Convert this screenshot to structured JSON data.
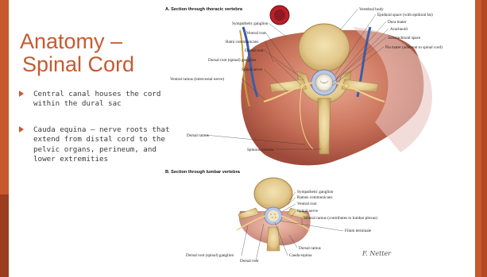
{
  "slide": {
    "title_lines": [
      "Anatomy –",
      "Spinal Cord"
    ],
    "bullets": [
      "Central canal houses the cord within the dural sac",
      "Cauda equina – nerve roots that extend from distal cord to the pelvic organs, perineum, and lower extremities"
    ]
  },
  "figure": {
    "section_a": {
      "heading": "A. Section through thoracic vertebra",
      "labels_left": [
        "Sympathetic ganglion",
        "Ventral root",
        "Rami communicans",
        "Dorsal root",
        "Dorsal root (spinal) ganglion",
        "Spinal nerve",
        "Ventral ramus (intercostal nerve)",
        "Dorsal ramus",
        "Spinous process"
      ],
      "labels_right": [
        "Vertebral body",
        "Epidural space (with epidural fat)",
        "Dura mater",
        "Arachnoid",
        "Subarachnoid space",
        "Pia mater (adherent to spinal cord)"
      ]
    },
    "section_b": {
      "heading": "B. Section through lumbar vertebra",
      "labels_right": [
        "Sympathetic ganglion",
        "Ramus communicans",
        "Ventral root",
        "Spinal nerve",
        "Ventral ramus (contributes to lumbar plexus)",
        "Filum terminale",
        "Dorsal ramus",
        "Cauda equina"
      ],
      "labels_left": [
        "Dorsal root (spinal) ganglion",
        "Dorsal root"
      ]
    },
    "signature": "F. Netter"
  },
  "colors": {
    "accent": "#c8582d",
    "accent_dark": "#9a3e1e",
    "title": "#c65a32",
    "text": "#3a3a3a"
  }
}
